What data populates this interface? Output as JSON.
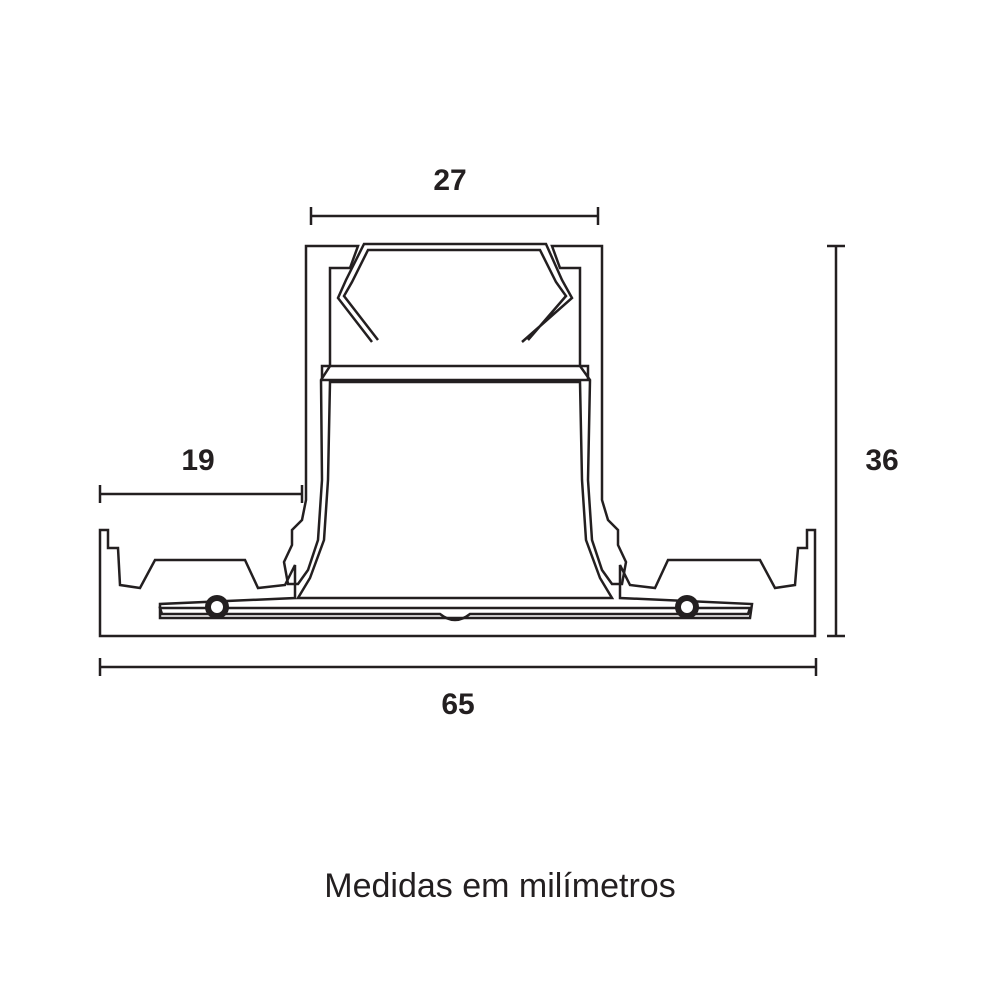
{
  "dimensions": {
    "top_width": "27",
    "side_width": "19",
    "height": "36",
    "total_width": "65"
  },
  "caption": "Medidas em milímetros",
  "colors": {
    "ink": "#231f20",
    "background": "#ffffff"
  }
}
